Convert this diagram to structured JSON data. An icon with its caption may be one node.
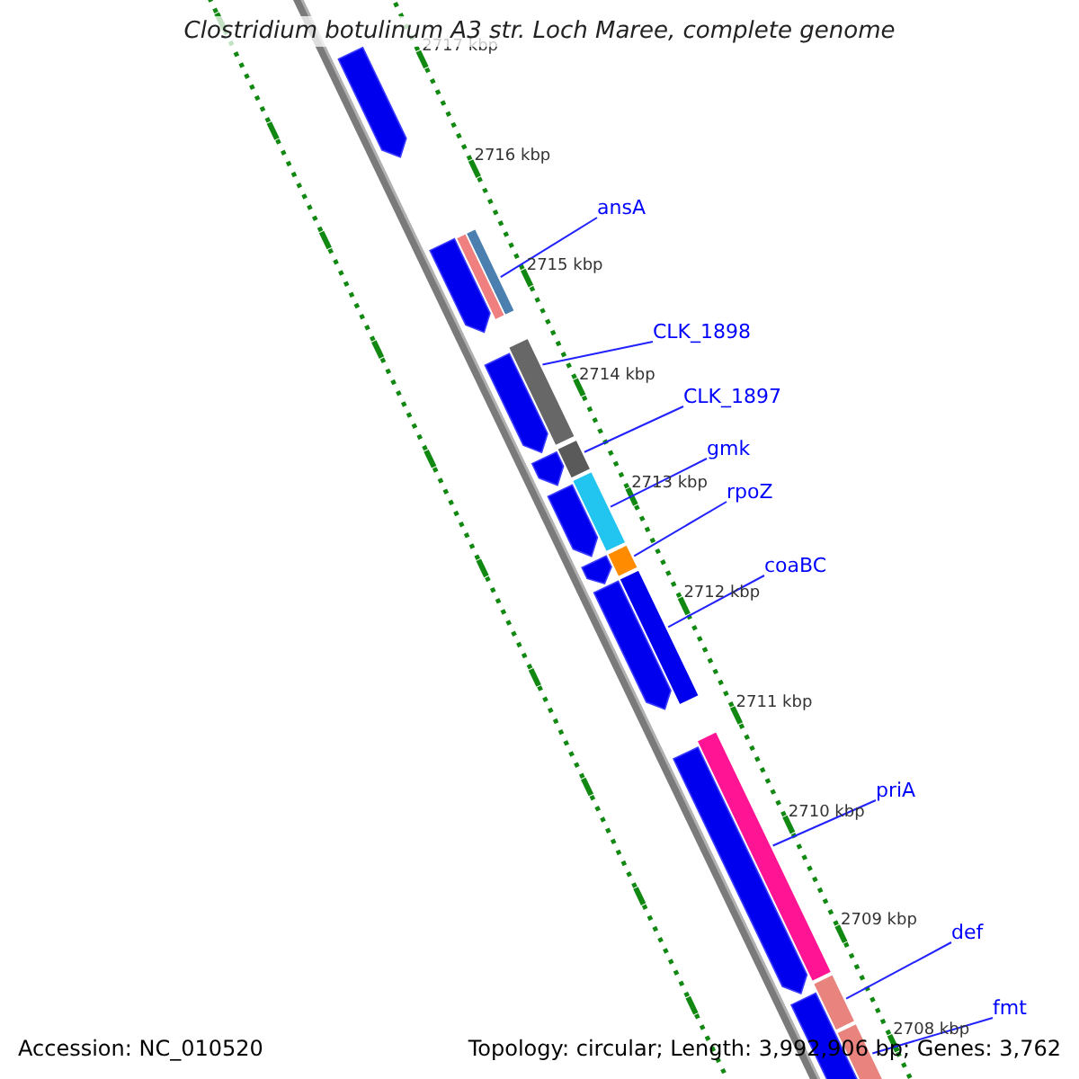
{
  "diagram": {
    "title": "Clostridium botulinum A3 str. Loch Maree, complete genome",
    "nodes": [
      {
        "text": [
          "ansA"
        ]
      },
      {
        "text": [
          "CLK_1898"
        ]
      },
      {
        "text": [
          "CLK_1897"
        ]
      },
      {
        "text": [
          "gmk"
        ]
      },
      {
        "text": [
          "rpoZ"
        ]
      },
      {
        "text": [
          "coaBC"
        ]
      },
      {
        "text": [
          "priA"
        ]
      },
      {
        "text": [
          "def"
        ]
      },
      {
        "text": [
          "fmt"
        ]
      },
      {
        "text": [],
        "shape": "bar"
      },
      {
        "text": [],
        "shape": "bar"
      },
      {
        "text": [],
        "shape": "bar"
      },
      {
        "text": [],
        "shape": "bar"
      },
      {
        "text": [],
        "shape": "bar"
      },
      {
        "text": [],
        "shape": "bar"
      },
      {
        "text": [],
        "shape": "bar"
      },
      {
        "text": [],
        "shape": "bar"
      },
      {
        "text": [],
        "shape": "bar"
      },
      {
        "text": [],
        "shape": "bar"
      },
      {
        "text": [],
        "shape": "bar"
      },
      {
        "text": [],
        "shape": "bar"
      },
      {
        "text": [],
        "shape": "bar"
      },
      {
        "text": [],
        "shape": "bar"
      },
      {
        "text": [],
        "shape": "bar"
      },
      {
        "text": [],
        "shape": "bar"
      },
      {
        "text": [],
        "shape": "bar"
      },
      {
        "text": [],
        "shape": "bar"
      },
      {
        "text": [],
        "shape": "bar"
      }
    ],
    "edges": [
      {
        "from": 0,
        "to": 9,
        "arrow": "none"
      },
      {
        "from": 1,
        "to": 10,
        "arrow": "none"
      },
      {
        "from": 2,
        "to": 11,
        "arrow": "none"
      },
      {
        "from": 3,
        "to": 12,
        "arrow": "none"
      },
      {
        "from": 4,
        "to": 13,
        "arrow": "none"
      },
      {
        "from": 5,
        "to": 14,
        "arrow": "none"
      },
      {
        "from": 6,
        "to": 15,
        "arrow": "none"
      },
      {
        "from": 7,
        "to": 16,
        "arrow": "none"
      },
      {
        "from": 8,
        "to": 17,
        "arrow": "none"
      }
    ],
    "labels": [
      "2717 kbp",
      "2716 kbp",
      "2715 kbp",
      "2714 kbp",
      "2713 kbp",
      "2712 kbp",
      "2711 kbp",
      "2710 kbp",
      "2709 kbp",
      "2708 kbp",
      "Accession: NC_010520",
      "Topology: circular; Length: 3,992,906 bp; Genes: 3,762"
    ]
  }
}
